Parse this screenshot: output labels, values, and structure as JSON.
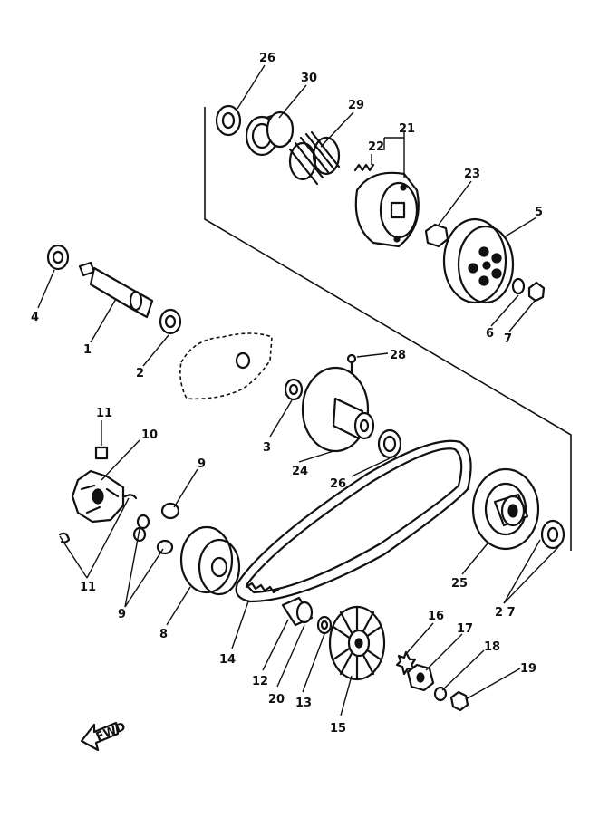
{
  "labels": {
    "p1": "1",
    "p2": "2",
    "p3": "3",
    "p4": "4",
    "p5": "5",
    "p6": "6",
    "p7": "7",
    "p8": "8",
    "p9a": "9",
    "p9b": "9",
    "p10": "10",
    "p11a": "11",
    "p11b": "11",
    "p12": "12",
    "p13": "13",
    "p14": "14",
    "p15": "15",
    "p16": "16",
    "p17": "17",
    "p18": "18",
    "p19": "19",
    "p20": "20",
    "p21": "21",
    "p22": "22",
    "p23": "23",
    "p24": "24",
    "p25": "25",
    "p26a": "26",
    "p26b": "26",
    "p27": "2 7",
    "p28": "28",
    "p29": "29",
    "p30": "30"
  },
  "fwd_label": "FWD"
}
